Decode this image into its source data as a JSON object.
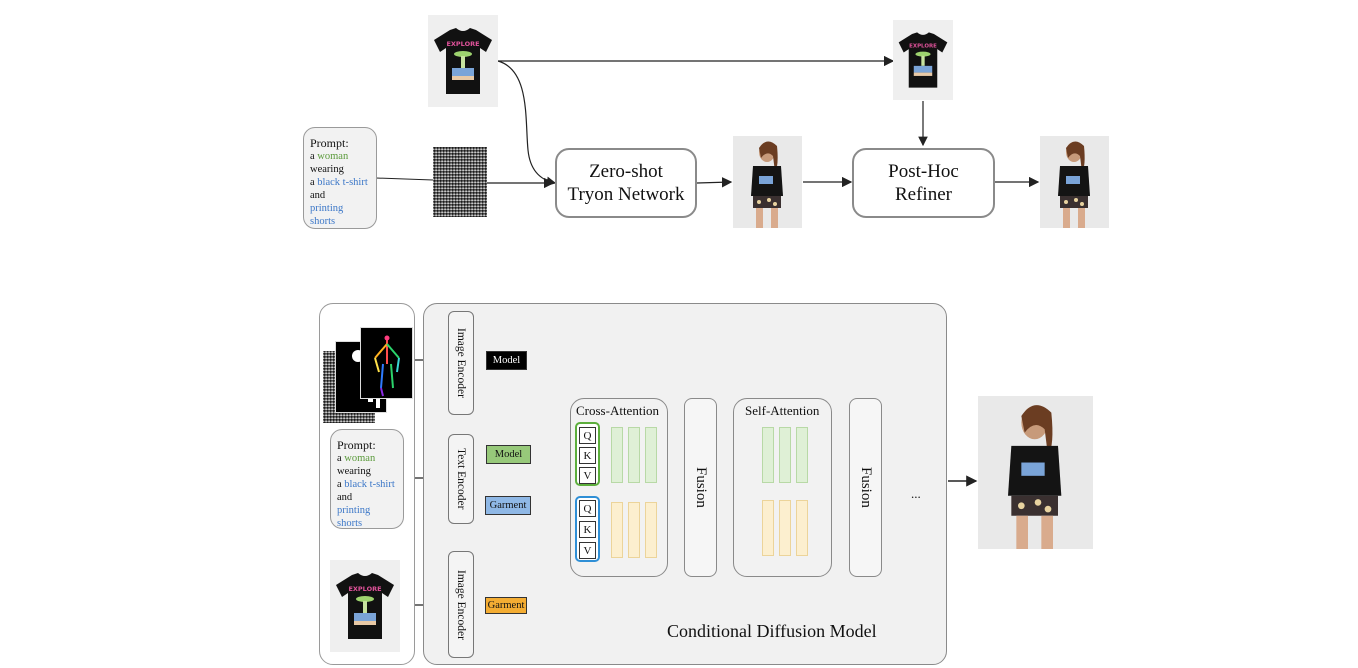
{
  "top": {
    "prompt": {
      "title": "Prompt:",
      "line1_a": "a ",
      "line1_b": "woman",
      "line2": "wearing",
      "line3_a": "a ",
      "line3_b": "black t-shirt",
      "line4": "and",
      "line5": "printing shorts"
    },
    "tryon_label_1": "Zero-shot",
    "tryon_label_2": "Tryon Network",
    "refiner_label_1": "Post-Hoc",
    "refiner_label_2": "Refiner",
    "tshirt_text": "EXPLORE"
  },
  "bottom": {
    "prompt": {
      "title": "Prompt:",
      "line1_a": "a ",
      "line1_b": "woman",
      "line2": "wearing",
      "line3_a": "a ",
      "line3_b": "black t-shirt",
      "line4": "and",
      "line5": "printing shorts"
    },
    "image_encoder_top": "Image Encoder",
    "text_encoder": "Text Encoder",
    "image_encoder_bottom": "Image Encoder",
    "chip_model_black": "Model",
    "chip_model_green": "Model",
    "chip_garment_blue": "Garment",
    "chip_garment_orange": "Garment",
    "cross_attention": "Cross-Attention",
    "self_attention": "Self-Attention",
    "fusion_1": "Fusion",
    "fusion_2": "Fusion",
    "q1": "Q",
    "k1": "K",
    "v1": "V",
    "q2": "Q",
    "k2": "K",
    "v2": "V",
    "ellipsis": "...",
    "panel_label": "Conditional Diffusion Model",
    "tshirt_text": "EXPLORE"
  },
  "colors": {
    "chip_green": "#97c97a",
    "chip_blue": "#8fb8e6",
    "chip_orange": "#f4ad33",
    "qkv_green_border": "#5cae3c",
    "qkv_blue_border": "#2f8fd6"
  }
}
